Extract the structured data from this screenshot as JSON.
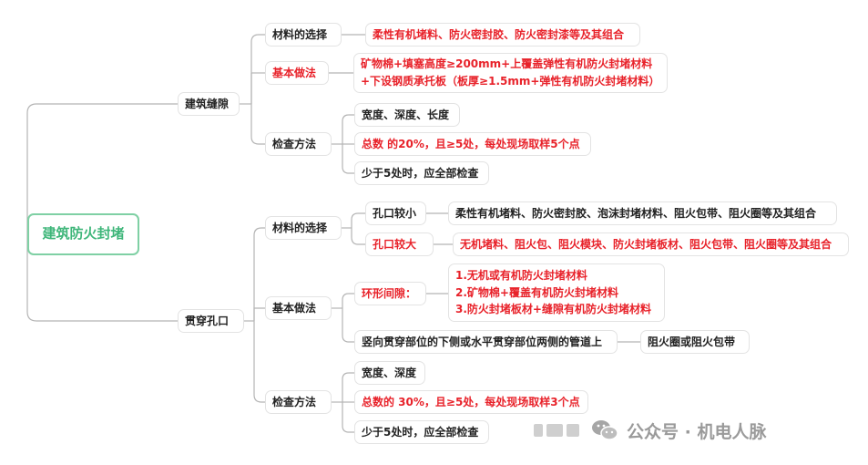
{
  "root": "建筑防火封堵",
  "sections": [
    {
      "label": "建筑缝隙",
      "groups": [
        {
          "label": "材料的选择",
          "items": [
            "柔性有机堵料、防火密封胶、防火密封漆等及其组合"
          ]
        },
        {
          "label": "基本做法",
          "items": [
            "矿物棉+填塞高度≥200mm+上覆盖弹性有机防火封堵材料",
            "+下设钢质承托板（板厚≥1.5mm+弹性有机防火封堵材料）"
          ]
        },
        {
          "label": "检查方法",
          "items": [
            "宽度、深度、长度",
            "总数 的20%，且≥5处，每处现场取样5个点",
            "少于5处时，应全部检查"
          ]
        }
      ]
    },
    {
      "label": "贯穿孔口",
      "groups": [
        {
          "label": "材料的选择",
          "sub": [
            {
              "label": "孔口较小",
              "value": "柔性有机堵料、防火密封胶、泡沫封堵材料、阻火包带、阻火圈等及其组合"
            },
            {
              "label": "孔口较大",
              "value": "无机堵料、阻火包、阻火模块、防火封堵板材、阻火包带、阻火圈等及其组合"
            }
          ]
        },
        {
          "label": "基本做法",
          "ring_label": "环形间隙：",
          "ring_items": [
            "1.无机或有机防火封堵材料",
            "2.矿物棉+覆盖有机防火封堵材料",
            "3.防火封堵板材+缝隙有机防火封堵材料"
          ],
          "pipe_label": "竖向贯穿部位的下侧或水平贯穿部位两侧的管道上",
          "pipe_value": "阻火圈或阻火包带"
        },
        {
          "label": "检查方法",
          "items": [
            "宽度、深度",
            "总数的 30%，且≥5处，每处现场取样3个点",
            "少于5处时，应全部检查"
          ]
        }
      ]
    }
  ],
  "watermark": {
    "text": "公众号 · 机电人脉",
    "icon": "wechat-icon"
  },
  "colors": {
    "highlight": "#e8222a",
    "root_border": "#7fd0a4",
    "root_text": "#3fb67a",
    "line": "#b5b5b5"
  }
}
